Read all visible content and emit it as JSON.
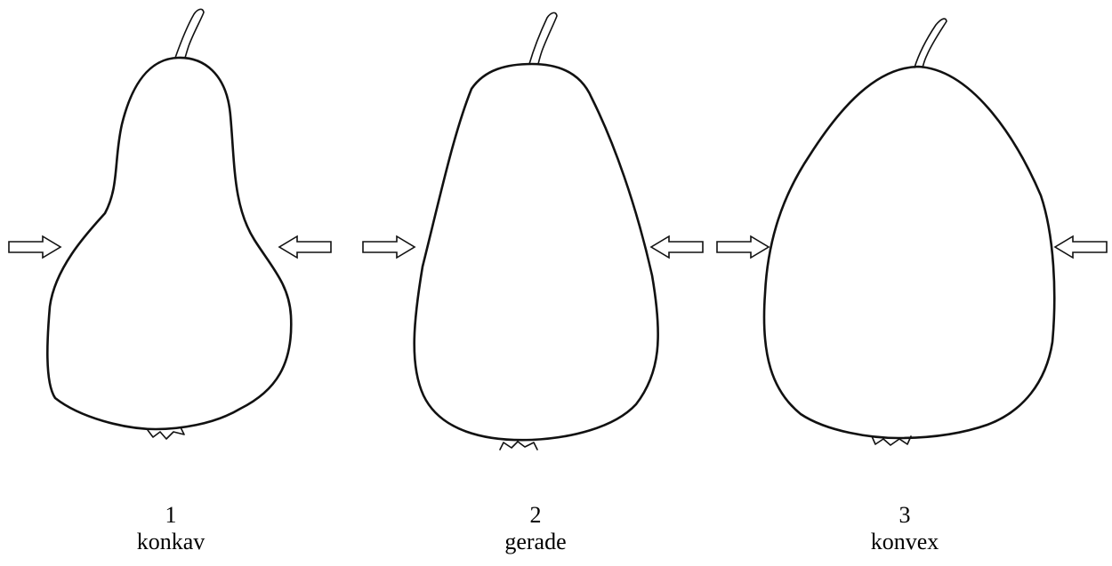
{
  "figures": [
    {
      "number": "1",
      "label": "konkav"
    },
    {
      "number": "2",
      "label": "gerade"
    },
    {
      "number": "3",
      "label": "konvex"
    }
  ],
  "colors": {
    "line": "#111111",
    "background": "#ffffff"
  }
}
